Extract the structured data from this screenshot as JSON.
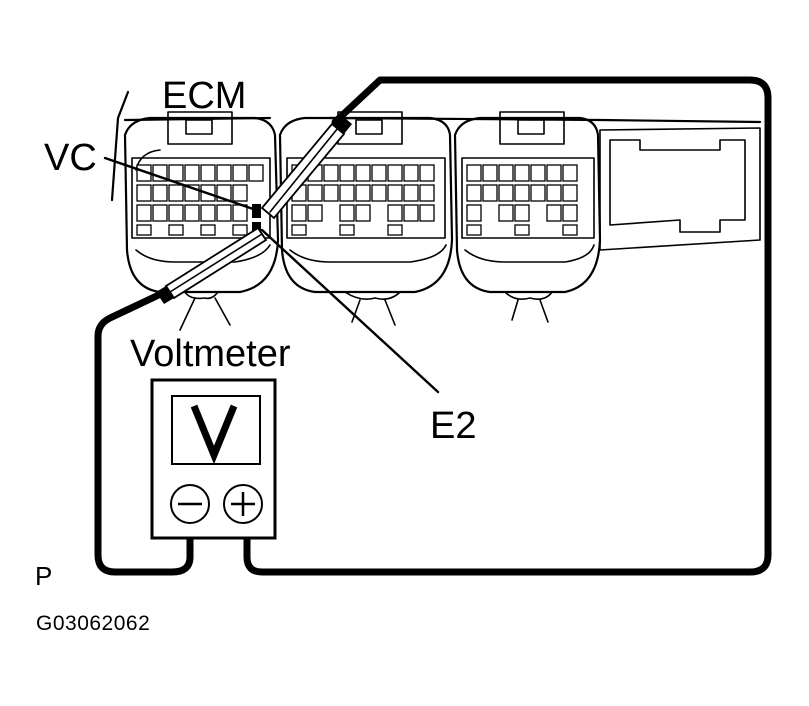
{
  "labels": {
    "ecm": "ECM",
    "vc": "VC",
    "e2": "E2",
    "voltmeter": "Voltmeter",
    "meter_symbol": "V",
    "corner": "P",
    "figure_code": "G03062062"
  },
  "meter_terminals": {
    "negative": "−",
    "positive": "+"
  },
  "icons": {
    "connector": "ecm-connector-icon",
    "probe": "test-probe-icon",
    "meter": "voltmeter-icon"
  }
}
